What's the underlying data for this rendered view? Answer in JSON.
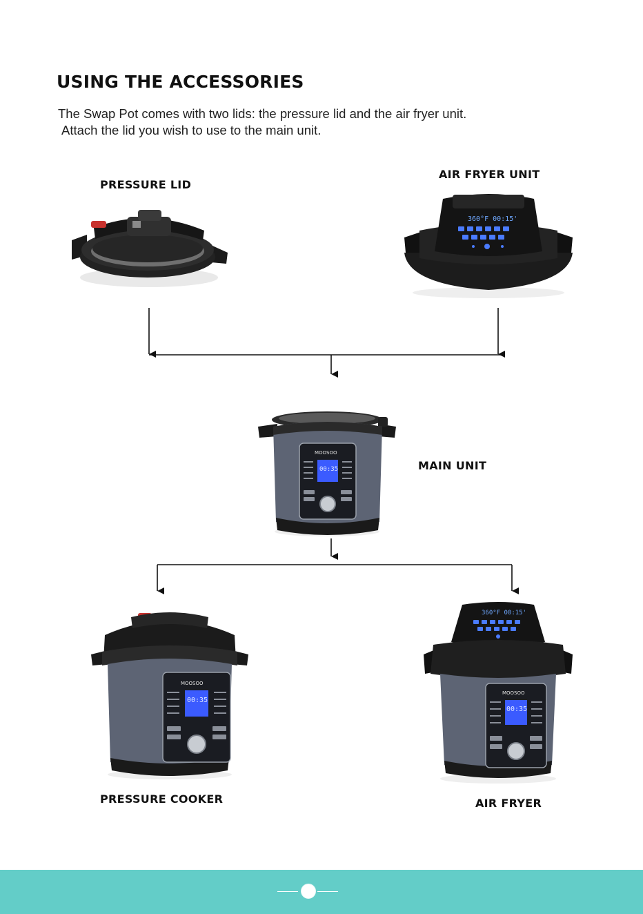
{
  "page": {
    "title": "USING THE ACCESSORIES",
    "intro": [
      "The Swap Pot comes with two lids: the pressure lid and the air fryer unit.",
      "Attach the lid you wish to use to the main unit."
    ]
  },
  "labels": {
    "pressure_lid": "PRESSURE LID",
    "air_fryer_unit": "AIR FRYER UNIT",
    "main_unit": "MAIN UNIT",
    "pressure_cooker": "PRESSURE COOKER",
    "air_fryer": "AIR FRYER"
  },
  "brand": {
    "logo": "MOOSOO"
  },
  "displays": {
    "air_fryer_panel": "360°F 00:15'",
    "cooker_panel": "00:35"
  },
  "colors": {
    "footer": "#63cdc8",
    "body_dark": "#1d1d1f",
    "steel": "#5f6677",
    "screen": "#3b5bff"
  }
}
